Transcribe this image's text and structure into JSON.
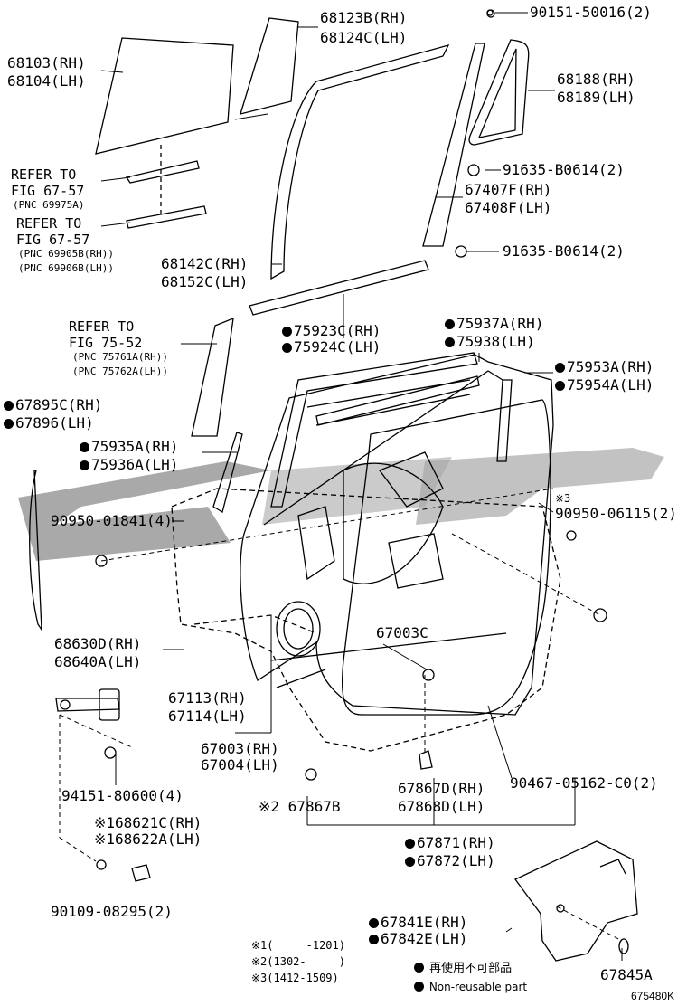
{
  "parts": {
    "p68123B": "68123B(RH)",
    "p68124C": "68124C(LH)",
    "p90151": "90151-50016(2)",
    "p68103": "68103(RH)",
    "p68104": "68104(LH)",
    "p68188": "68188(RH)",
    "p68189": "68189(LH)",
    "ref1a": "REFER TO",
    "ref1b": "FIG 67-57",
    "ref1pnc": "(PNC 69975A)",
    "p91635a": "91635-B0614(2)",
    "p67407F": "67407F(RH)",
    "p67408F": "67408F(LH)",
    "ref2a": "REFER TO",
    "ref2b": "FIG 67-57",
    "ref2pnc1": "(PNC 69905B(RH))",
    "ref2pnc2": "(PNC 69906B(LH))",
    "p91635b": "91635-B0614(2)",
    "p68142C": "68142C(RH)",
    "p68152C": "68152C(LH)",
    "ref3a": "REFER TO",
    "ref3b": "FIG 75-52",
    "ref3pnc1": "(PNC 75761A(RH))",
    "ref3pnc2": "(PNC 75762A(LH))",
    "p75923C": "75923C(RH)",
    "p75924C": "75924C(LH)",
    "p75937A": "75937A(RH)",
    "p75938": "75938(LH)",
    "p75953A": "75953A(RH)",
    "p75954A": "75954A(LH)",
    "p67895C": "67895C(RH)",
    "p67896": "67896(LH)",
    "p75935A": "75935A(RH)",
    "p75936A": "75936A(LH)",
    "mark3": "※3",
    "p90950a": "90950-01841(4)",
    "p90950b": "90950-06115(2)",
    "p68630D": "68630D(RH)",
    "p68640A": "68640A(LH)",
    "p67003C": "67003C",
    "p67113": "67113(RH)",
    "p67114": "67114(LH)",
    "p67003": "67003(RH)",
    "p67004": "67004(LH)",
    "p94151": "94151-80600(4)",
    "p67867B": "※2 67867B",
    "p67867D": "67867D(RH)",
    "p67868D": "67868D(LH)",
    "p90467": "90467-05162-C0(2)",
    "p168621C": "※168621C(RH)",
    "p168622A": "※168622A(LH)",
    "p67871": "67871(RH)",
    "p67872": "67872(LH)",
    "p90109": "90109-08295(2)",
    "p67841E": "67841E(RH)",
    "p67842E": "67842E(LH)",
    "p67845A": "67845A"
  },
  "notes": {
    "n1": "※1(     -1201)",
    "n2": "※2(1302-     )",
    "n3": "※3(1412-1509)",
    "legend_jp": "再使用不可部品",
    "legend_en": "Non-reusable part"
  },
  "figure_id": "675480K",
  "watermark": {
    "color": "#9a9a9a"
  }
}
